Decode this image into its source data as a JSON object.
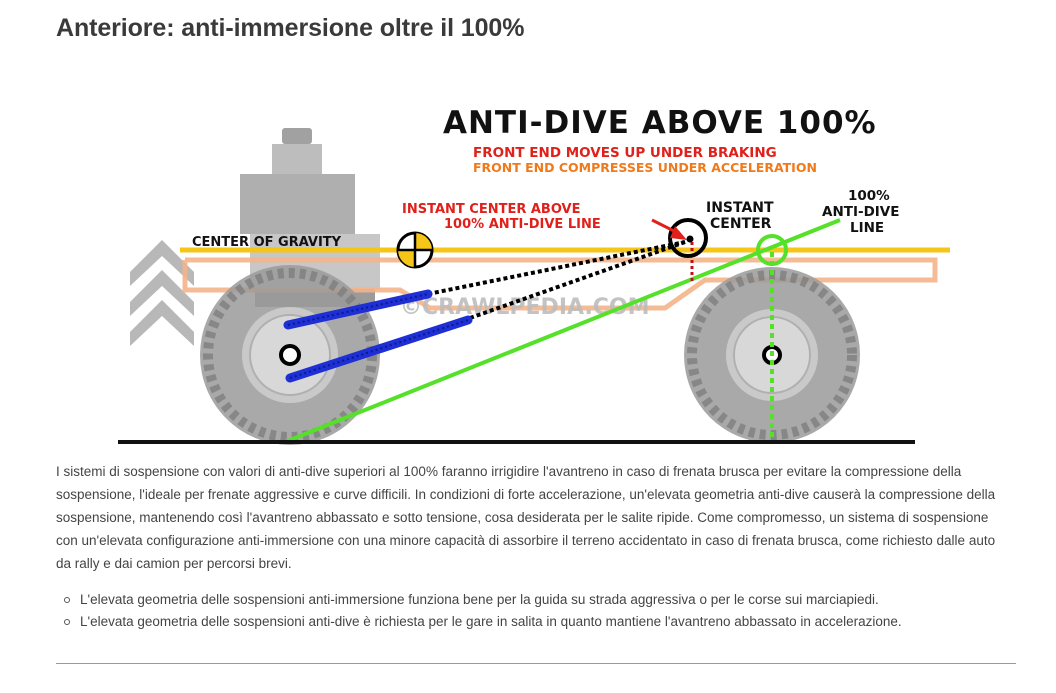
{
  "page": {
    "title": "Anteriore: anti-immersione oltre il 100%"
  },
  "figure": {
    "heading": "ANTI-DIVE ABOVE 100%",
    "subheading_braking": "FRONT END MOVES UP UNDER BRAKING",
    "subheading_acceleration": "FRONT END COMPRESSES UNDER ACCELERATION",
    "label_center_of_gravity": "CENTER OF GRAVITY",
    "label_ic_above_line1": "INSTANT CENTER ABOVE",
    "label_ic_above_line2": "100% ANTI-DIVE LINE",
    "label_instant_center_line1": "INSTANT",
    "label_instant_center_line2": "CENTER",
    "label_antidive_line1": "100%",
    "label_antidive_line2": "ANTI-DIVE",
    "label_antidive_line3": "LINE",
    "watermark": "©CRAWLPEDIA.COM",
    "colors": {
      "heading": "#111111",
      "braking": "#e0201b",
      "acceleration": "#f07a1a",
      "cg_line": "#f5c518",
      "antidive_line": "#55e02a",
      "links": "#1f2fd6",
      "frame": "#f4b48a",
      "ground": "#111111",
      "tire": "#8c8c8c"
    }
  },
  "content": {
    "paragraph": "I sistemi di sospensione con valori di anti-dive superiori al 100% faranno irrigidire l'avantreno in caso di frenata brusca per evitare la compressione della sospensione, l'ideale per frenate aggressive e curve difficili. In condizioni di forte accelerazione, un'elevata geometria anti-dive causerà la compressione della sospensione, mantenendo così l'avantreno abbassato e sotto tensione, cosa desiderata per le salite ripide. Come compromesso, un sistema di sospensione con un'elevata configurazione anti-immersione con una minore capacità di assorbire il terreno accidentato in caso di frenata brusca, come richiesto dalle auto da rally e dai camion per percorsi brevi.",
    "bullets": [
      "L'elevata geometria delle sospensioni anti-immersione funziona bene per la guida su strada aggressiva o per le corse sui marciapiedi.",
      "L'elevata geometria delle sospensioni anti-dive è richiesta per le gare in salita in quanto mantiene l'avantreno abbassato in accelerazione."
    ]
  }
}
